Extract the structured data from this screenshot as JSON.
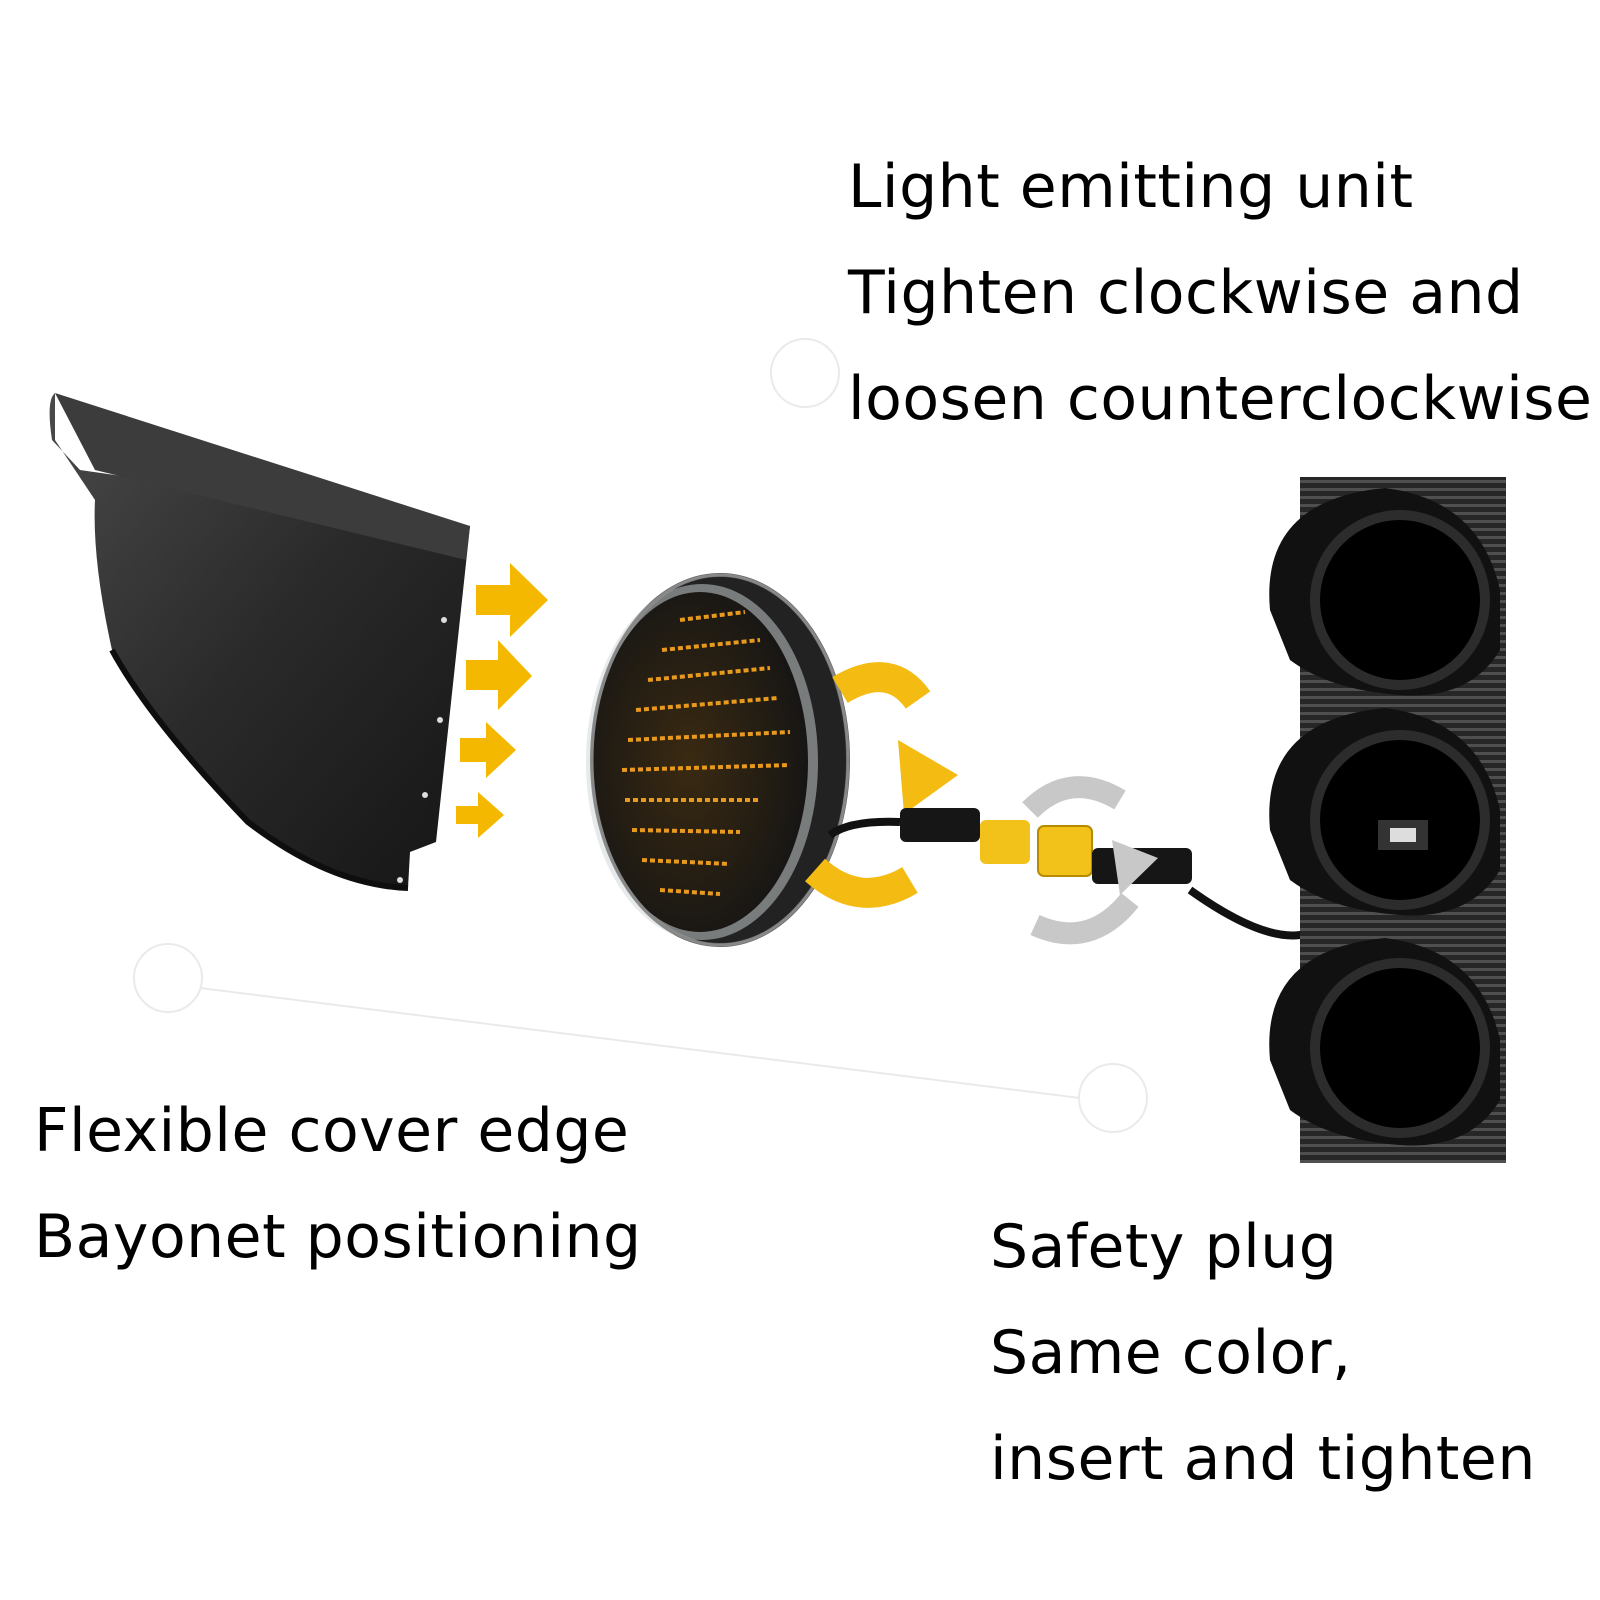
{
  "labels": {
    "light_unit": [
      "Light emitting unit",
      "Tighten clockwise and",
      "loosen counterclockwise"
    ],
    "cover": [
      "Flexible cover edge",
      "Bayonet positioning"
    ],
    "plug": [
      "Safety plug",
      "Same color,",
      "insert and tighten"
    ]
  },
  "colors": {
    "arrow": "#f5b800",
    "rotation_arrow": "#f4bb12",
    "housing": "#1a1a1a",
    "led_amber": "#e89a1e",
    "connector_yellow": "#f2c21b",
    "grey_arrow": "#c8c8c8"
  },
  "components": [
    "visor",
    "led-module",
    "safety-plug",
    "traffic-light-housing"
  ]
}
